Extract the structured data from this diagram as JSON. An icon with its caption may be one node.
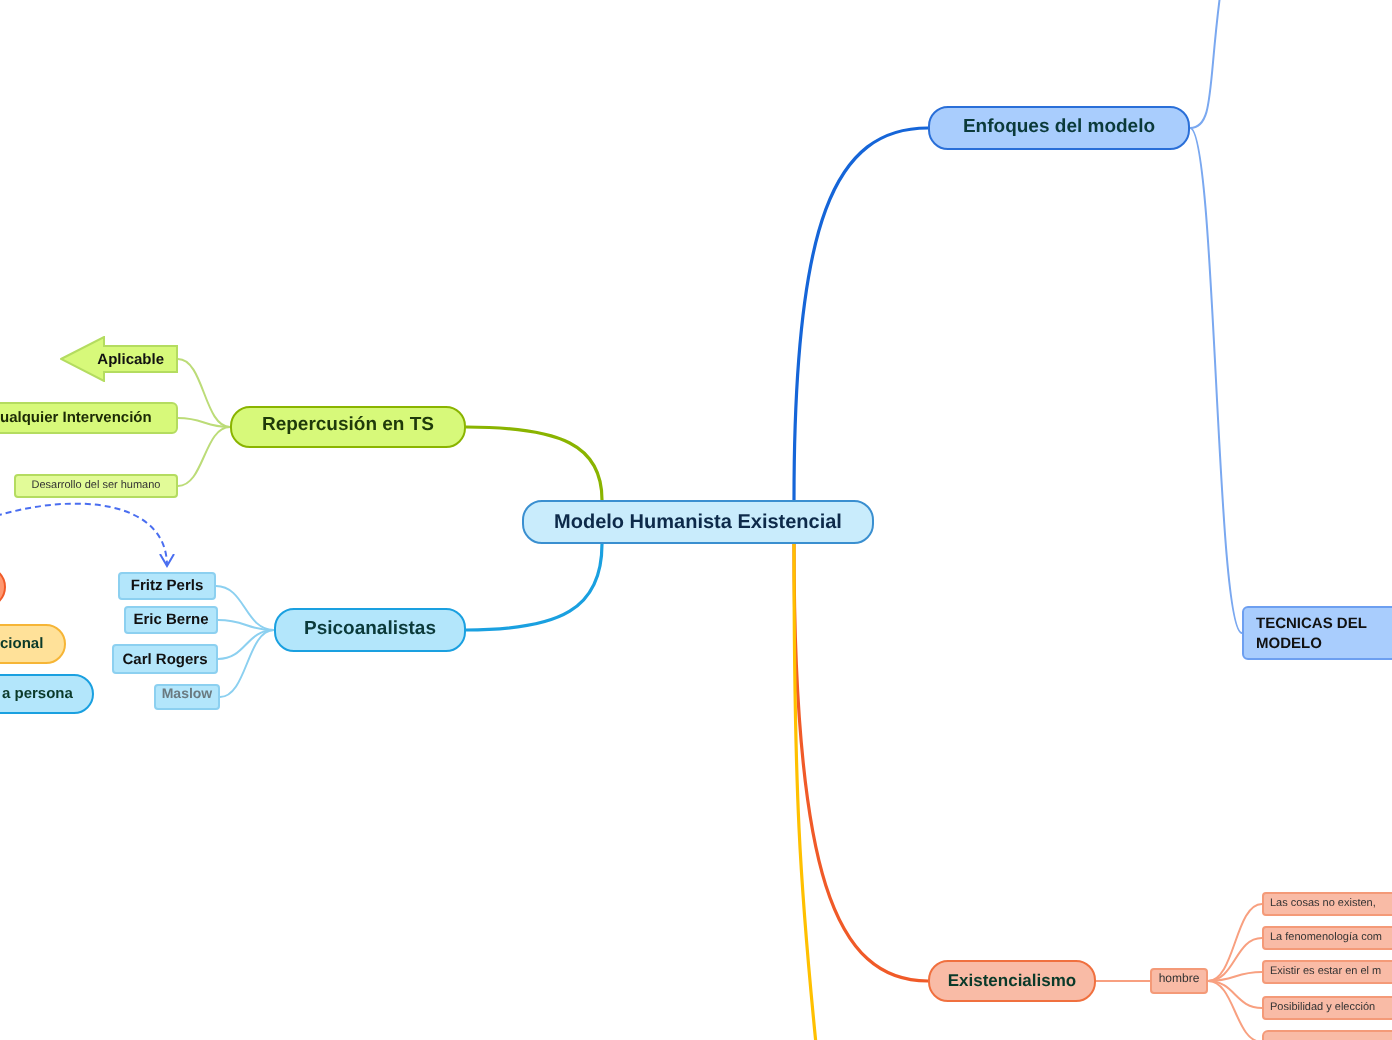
{
  "diagram": {
    "nodes": [
      {
        "text": [
          "Modelo Humanista Existencial"
        ]
      },
      {
        "text": [
          "Enfoques del modelo"
        ]
      },
      {
        "text": [
          "TECNICAS DEL MODELO"
        ]
      },
      {
        "text": [
          "Repercusión en TS"
        ]
      },
      {
        "text": [
          "Aplicable"
        ]
      },
      {
        "text": [
          "ualquier Intervención"
        ]
      },
      {
        "text": [
          "Desarrollo del ser humano"
        ]
      },
      {
        "text": [
          "Psicoanalistas"
        ]
      },
      {
        "text": [
          "Fritz Perls"
        ]
      },
      {
        "text": [
          "Eric Berne"
        ]
      },
      {
        "text": [
          "Carl Rogers"
        ]
      },
      {
        "text": [
          "Maslow"
        ]
      },
      {
        "text": [],
        "shape": "circle"
      },
      {
        "text": [
          "cional"
        ]
      },
      {
        "text": [
          "a persona"
        ]
      },
      {
        "text": [
          "Existencialismo"
        ]
      },
      {
        "text": [
          "hombre"
        ]
      },
      {
        "text": [
          "Las cosas no existen,"
        ]
      },
      {
        "text": [
          "La fenomenología com"
        ]
      },
      {
        "text": [
          "Existir es estar en el m"
        ]
      },
      {
        "text": [
          "Posibilidad y elección"
        ]
      },
      {
        "text": [],
        "shape": "box"
      }
    ],
    "edges": [
      {
        "from": 0,
        "to": 1,
        "arrow": "none",
        "color": "#1565d8"
      },
      {
        "from": 1,
        "to": null,
        "arrow": "none",
        "color": "#7aa8f0"
      },
      {
        "from": 1,
        "to": 2,
        "arrow": "none",
        "color": "#7aa8f0"
      },
      {
        "from": 0,
        "to": 3,
        "arrow": "none",
        "color": "#8ab400"
      },
      {
        "from": 3,
        "to": 4,
        "arrow": "none",
        "color": "#bcdc78"
      },
      {
        "from": 3,
        "to": 5,
        "arrow": "none",
        "color": "#bcdc78"
      },
      {
        "from": 3,
        "to": 6,
        "arrow": "none",
        "color": "#bcdc78"
      },
      {
        "from": 0,
        "to": 7,
        "arrow": "none",
        "color": "#1aa0e0"
      },
      {
        "from": 7,
        "to": 8,
        "arrow": "none",
        "color": "#8cd0f0"
      },
      {
        "from": 7,
        "to": 9,
        "arrow": "none",
        "color": "#8cd0f0"
      },
      {
        "from": 7,
        "to": 10,
        "arrow": "none",
        "color": "#8cd0f0"
      },
      {
        "from": 7,
        "to": 11,
        "arrow": "none",
        "color": "#8cd0f0"
      },
      {
        "from": null,
        "to": 8,
        "arrow": "to",
        "style": "dashed",
        "color": "#4a6ef0"
      },
      {
        "from": 0,
        "to": 15,
        "arrow": "none",
        "color": "#f05a28"
      },
      {
        "from": 15,
        "to": 16,
        "arrow": "none",
        "color": "#f8a080"
      },
      {
        "from": 16,
        "to": 17,
        "arrow": "none",
        "color": "#f8a080"
      },
      {
        "from": 16,
        "to": 18,
        "arrow": "none",
        "color": "#f8a080"
      },
      {
        "from": 16,
        "to": 19,
        "arrow": "none",
        "color": "#f8a080"
      },
      {
        "from": 16,
        "to": 20,
        "arrow": "none",
        "color": "#f8a080"
      },
      {
        "from": 16,
        "to": 21,
        "arrow": "none",
        "color": "#f8a080"
      },
      {
        "from": 0,
        "to": null,
        "arrow": "none",
        "color": "#ffc000"
      }
    ]
  }
}
